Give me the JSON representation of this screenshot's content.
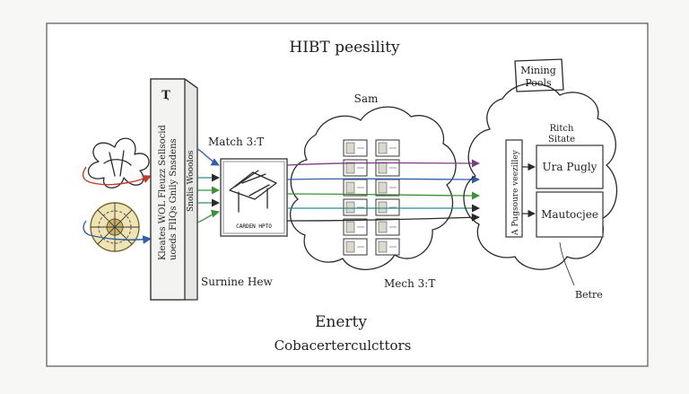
{
  "title": "HIBT peesility",
  "left_panel": {
    "header": "Ҭ",
    "col1": "Kleates WOL Fleuzz Sellsocid",
    "col2": "uoeds FlIQs Gnily Snsdens",
    "col3": "Snolis Wooolos"
  },
  "labels": {
    "match_top": "Match 3:T",
    "match_bottom": "Mech 3:T",
    "surname": "Surnine Hew",
    "sam": "Sam",
    "mining_pools": [
      "Mining",
      "Pools"
    ],
    "ritch": [
      "Ritch",
      "Sitate"
    ],
    "betre": "Betre",
    "energy": "Enerty",
    "footer": "Cobacerterculcttors"
  },
  "carden_label": "CARDEN HPTO",
  "vertical_label": "A Pugsoure veezilley",
  "right_boxes": [
    "Ura Pugly",
    "Mautocjee"
  ],
  "colors": {
    "arrow_blue": "#2f5fa8",
    "arrow_teal": "#2f8a8a",
    "arrow_green": "#3f8f3a",
    "arrow_purple": "#7a3d7f",
    "arrow_red": "#c0392b",
    "tile_fill": "#dcd8cc"
  }
}
